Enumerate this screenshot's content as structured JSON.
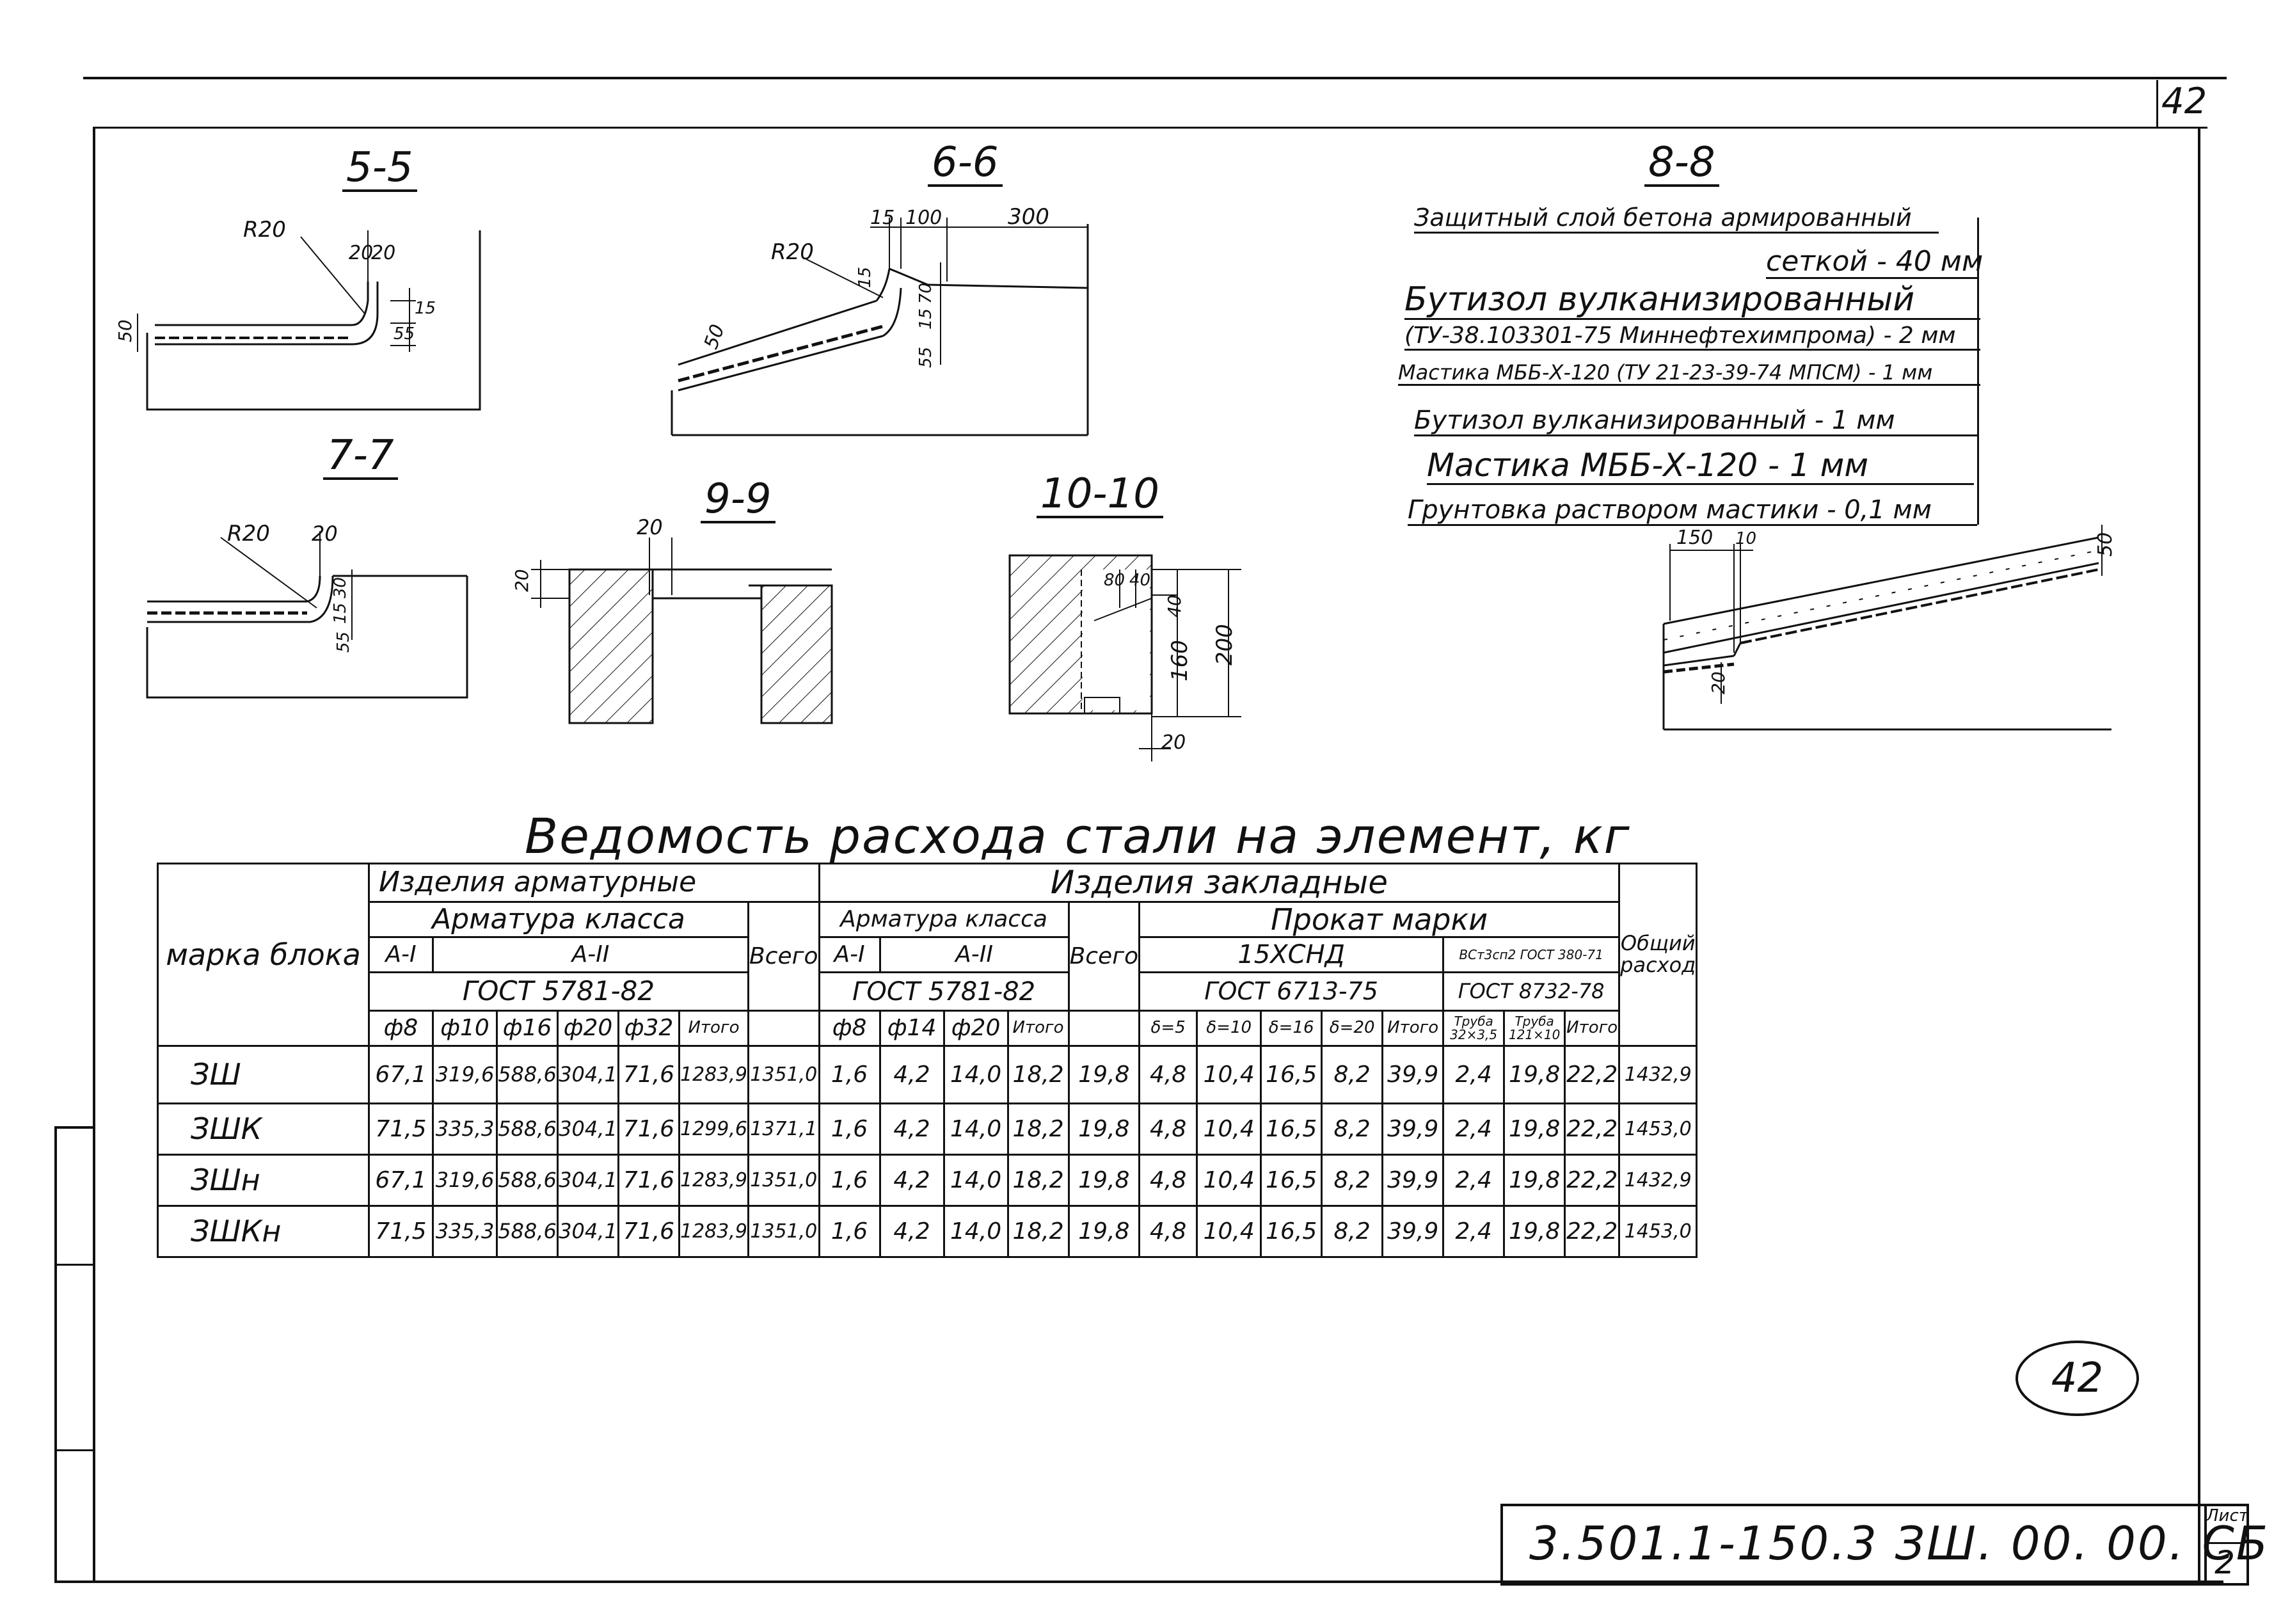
{
  "page_number": "42",
  "circled_number": "42",
  "sections": {
    "s55": {
      "title": "5-5",
      "dims": [
        "R20",
        "20",
        "20",
        "15",
        "55",
        "50"
      ]
    },
    "s66": {
      "title": "6-6",
      "dims": [
        "15",
        "100",
        "300",
        "R20",
        "15",
        "50",
        "55",
        "15",
        "70"
      ]
    },
    "s77": {
      "title": "7-7",
      "dims": [
        "R20",
        "20",
        "55",
        "15",
        "30"
      ]
    },
    "s99": {
      "title": "9-9",
      "dims": [
        "20",
        "20"
      ]
    },
    "s1010": {
      "title": "10-10",
      "dims": [
        "80",
        "40",
        "40",
        "160",
        "200",
        "20"
      ]
    },
    "s88": {
      "title": "8-8",
      "dims": [
        "150",
        "10",
        "50",
        "20"
      ]
    }
  },
  "layers": [
    "Защитный слой бетона армированный",
    "сеткой - 40 мм",
    "Бутизол вулканизированный",
    "(ТУ-38.103301-75 Миннефтехимпрома) - 2 мм",
    "Мастика МББ-Х-120 (ТУ 21-23-39-74 МПСМ) - 1 мм",
    "Бутизол вулканизированный - 1 мм",
    "Мастика МББ-Х-120 - 1 мм",
    "Грунтовка раствором мастики - 0,1 мм"
  ],
  "table": {
    "title": "Ведомость расхода стали на элемент, кг",
    "h_mark": "марка блока",
    "h_rebar_items": "Изделия арматурные",
    "h_embedded": "Изделия закладные",
    "h_rebar_class": "Арматура класса",
    "h_rebar_class2": "Арматура класса",
    "h_rolled": "Прокат марки",
    "h_a1": "A-I",
    "h_a2": "A-II",
    "h_a1b": "A-I",
    "h_a2b": "A-II",
    "h_total": "Всего",
    "h_total2": "Всего",
    "h_grand": "Общий расход",
    "h_15hsnd": "15ХСНД",
    "h_vst": "ВСт3сп2 ГОСТ 380-71",
    "h_gost1": "ГОСТ 5781-82",
    "h_gost2": "ГОСТ 5781-82",
    "h_gost3": "ГОСТ 6713-75",
    "h_gost4": "ГОСТ 8732-78",
    "c1": [
      "ф8",
      "ф10",
      "ф16",
      "ф20",
      "ф32",
      "Итого"
    ],
    "c2": [
      "ф8",
      "ф14",
      "ф20",
      "Итого"
    ],
    "c3": [
      "δ=5",
      "δ=10",
      "δ=16",
      "δ=20",
      "Итого"
    ],
    "c4": [
      "Труба 32×3,5",
      "Труба 121×10",
      "Итого"
    ],
    "rows": [
      {
        "mark": "ЗШ",
        "v": [
          "67,1",
          "319,6",
          "588,6",
          "304,1",
          "71,6",
          "1283,9",
          "1351,0",
          "1,6",
          "4,2",
          "14,0",
          "18,2",
          "19,8",
          "4,8",
          "10,4",
          "16,5",
          "8,2",
          "39,9",
          "2,4",
          "19,8",
          "22,2",
          "1432,9"
        ]
      },
      {
        "mark": "ЗШК",
        "v": [
          "71,5",
          "335,3",
          "588,6",
          "304,1",
          "71,6",
          "1299,6",
          "1371,1",
          "1,6",
          "4,2",
          "14,0",
          "18,2",
          "19,8",
          "4,8",
          "10,4",
          "16,5",
          "8,2",
          "39,9",
          "2,4",
          "19,8",
          "22,2",
          "1453,0"
        ]
      },
      {
        "mark": "ЗШн",
        "v": [
          "67,1",
          "319,6",
          "588,6",
          "304,1",
          "71,6",
          "1283,9",
          "1351,0",
          "1,6",
          "4,2",
          "14,0",
          "18,2",
          "19,8",
          "4,8",
          "10,4",
          "16,5",
          "8,2",
          "39,9",
          "2,4",
          "19,8",
          "22,2",
          "1432,9"
        ]
      },
      {
        "mark": "ЗШКн",
        "v": [
          "71,5",
          "335,3",
          "588,6",
          "304,1",
          "71,6",
          "1283,9",
          "1351,0",
          "1,6",
          "4,2",
          "14,0",
          "18,2",
          "19,8",
          "4,8",
          "10,4",
          "16,5",
          "8,2",
          "39,9",
          "2,4",
          "19,8",
          "22,2",
          "1453,0"
        ]
      }
    ]
  },
  "stamp": {
    "code": "3.501.1-150.3 ЗШ. 00. 00. СБ",
    "sheet_label": "Лист",
    "sheet": "2"
  }
}
